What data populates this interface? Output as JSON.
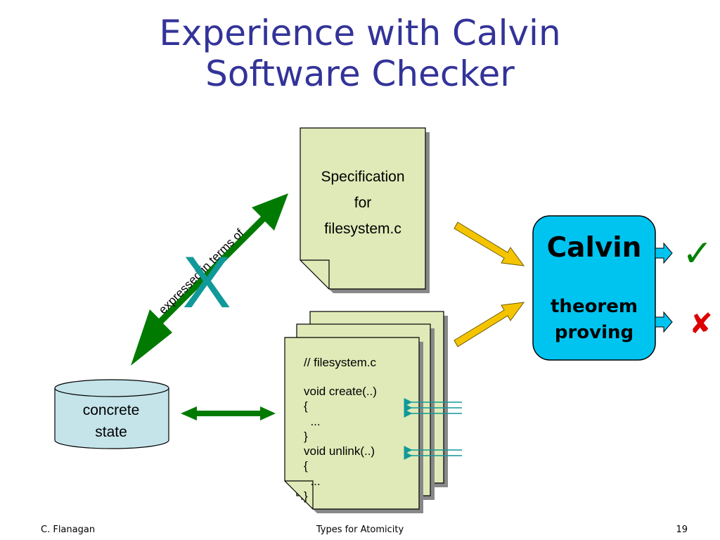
{
  "title": {
    "line1": "Experience with Calvin",
    "line2": "Software Checker"
  },
  "spec_doc": {
    "lines": [
      "Specification",
      "for",
      "filesystem.c"
    ]
  },
  "code_doc": {
    "lines": [
      "// filesystem.c",
      "void create(..)",
      "{",
      "  ...",
      "}",
      "void unlink(..)",
      "{",
      "  ...",
      "}"
    ]
  },
  "database": {
    "lines": [
      "concrete",
      "state"
    ]
  },
  "relation_label": "expressed in terms of",
  "cross_mark": "X",
  "calvin": {
    "name": "Calvin",
    "line1": "theorem",
    "line2": "proving"
  },
  "results": {
    "pass": "✓",
    "fail": "✘"
  },
  "footer": {
    "left": "C. Flanagan",
    "center": "Types for Atomicity",
    "right": "19"
  },
  "colors": {
    "title": "#333399",
    "doc_fill": "#dfeab8",
    "doc_shadow": "#888888",
    "green_arrow": "#007a00",
    "yellow_arrow": "#f5c400",
    "calvin_fill": "#00c4f0",
    "db_fill": "#c4e4ea",
    "check": "#008000",
    "cross": "#dd0000",
    "teal_x": "#119999"
  }
}
